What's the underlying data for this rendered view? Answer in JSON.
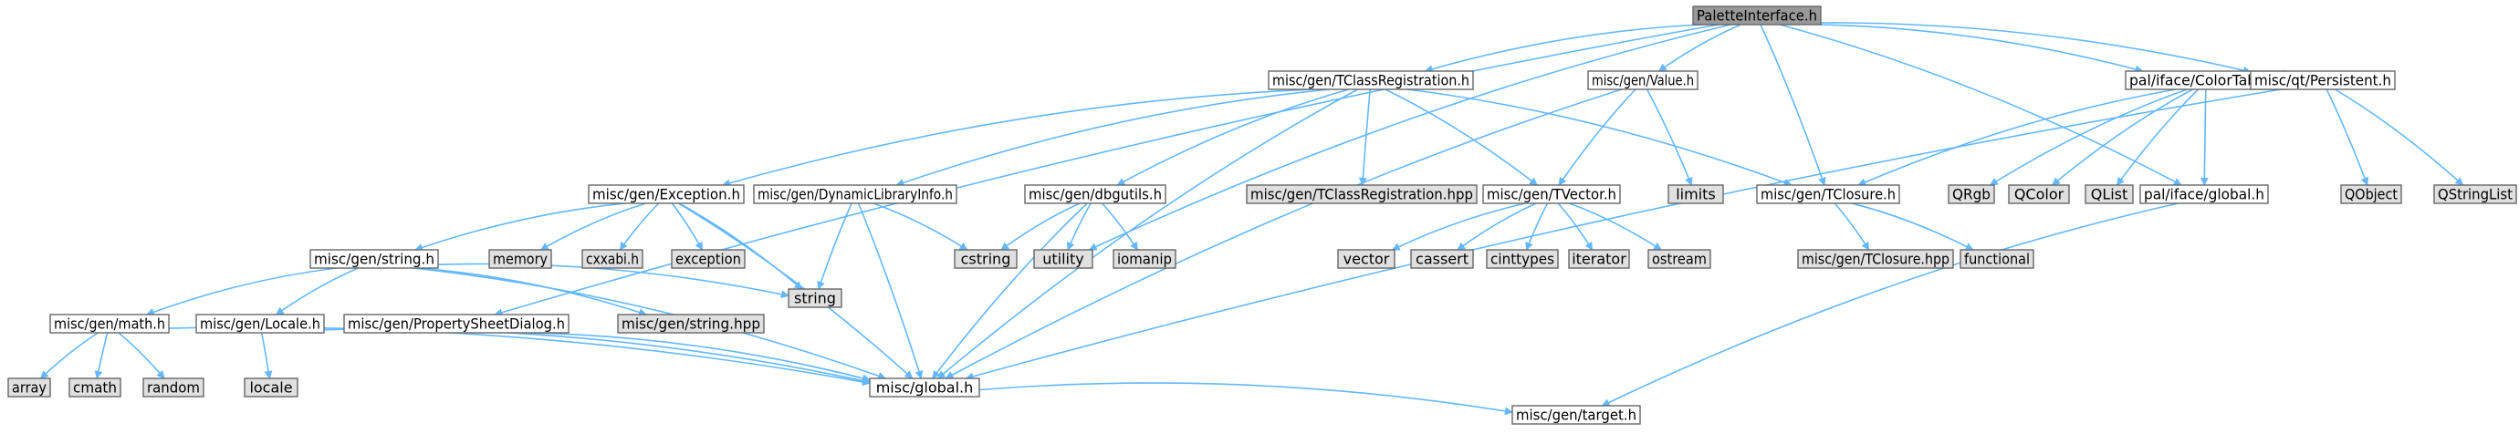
{
  "colors": {
    "root_fill": "#999999",
    "file_fill": "#ffffff",
    "external_fill": "#e0e0e0",
    "border": "#666666",
    "edge": "#63b8ff"
  },
  "nodes": [
    {
      "id": "root",
      "label": "PaletteInterface.h",
      "kind": "root"
    },
    {
      "id": "tclassreg",
      "label": "misc/gen/TClassRegistration.h",
      "kind": "file"
    },
    {
      "id": "value",
      "label": "misc/gen/Value.h",
      "kind": "file"
    },
    {
      "id": "colortable",
      "label": "pal/iface/ColorTable.h",
      "kind": "file"
    },
    {
      "id": "persistent",
      "label": "misc/qt/Persistent.h",
      "kind": "file"
    },
    {
      "id": "exception",
      "label": "misc/gen/Exception.h",
      "kind": "file"
    },
    {
      "id": "dyninfo",
      "label": "misc/gen/DynamicLibraryInfo.h",
      "kind": "file"
    },
    {
      "id": "dbgutils",
      "label": "misc/gen/dbgutils.h",
      "kind": "file"
    },
    {
      "id": "tclassreghpp",
      "label": "misc/gen/TClassRegistration.hpp",
      "kind": "external"
    },
    {
      "id": "tvector",
      "label": "misc/gen/TVector.h",
      "kind": "file"
    },
    {
      "id": "limits",
      "label": "limits",
      "kind": "external"
    },
    {
      "id": "tclosure",
      "label": "misc/gen/TClosure.h",
      "kind": "file"
    },
    {
      "id": "qrgb",
      "label": "QRgb",
      "kind": "external"
    },
    {
      "id": "qcolor",
      "label": "QColor",
      "kind": "external"
    },
    {
      "id": "qlist",
      "label": "QList",
      "kind": "external"
    },
    {
      "id": "palglobal",
      "label": "pal/iface/global.h",
      "kind": "file"
    },
    {
      "id": "qobject",
      "label": "QObject",
      "kind": "external"
    },
    {
      "id": "qstringlist",
      "label": "QStringList",
      "kind": "external"
    },
    {
      "id": "genstring",
      "label": "misc/gen/string.h",
      "kind": "file"
    },
    {
      "id": "memory",
      "label": "memory",
      "kind": "external"
    },
    {
      "id": "cxxabi",
      "label": "cxxabi.h",
      "kind": "external"
    },
    {
      "id": "exceptionstd",
      "label": "exception",
      "kind": "external"
    },
    {
      "id": "cstring",
      "label": "cstring",
      "kind": "external"
    },
    {
      "id": "utility",
      "label": "utility",
      "kind": "external"
    },
    {
      "id": "iomanip",
      "label": "iomanip",
      "kind": "external"
    },
    {
      "id": "vector",
      "label": "vector",
      "kind": "external"
    },
    {
      "id": "cassert",
      "label": "cassert",
      "kind": "external"
    },
    {
      "id": "cinttypes",
      "label": "cinttypes",
      "kind": "external"
    },
    {
      "id": "iterator",
      "label": "iterator",
      "kind": "external"
    },
    {
      "id": "ostream",
      "label": "ostream",
      "kind": "external"
    },
    {
      "id": "tclosurehpp",
      "label": "misc/gen/TClosure.hpp",
      "kind": "external"
    },
    {
      "id": "functional",
      "label": "functional",
      "kind": "external"
    },
    {
      "id": "math",
      "label": "misc/gen/math.h",
      "kind": "file"
    },
    {
      "id": "locale",
      "label": "misc/gen/Locale.h",
      "kind": "file"
    },
    {
      "id": "propsheet",
      "label": "misc/gen/PropertySheetDialog.h",
      "kind": "file"
    },
    {
      "id": "stringhpp",
      "label": "misc/gen/string.hpp",
      "kind": "external"
    },
    {
      "id": "string",
      "label": "string",
      "kind": "external"
    },
    {
      "id": "array",
      "label": "array",
      "kind": "external"
    },
    {
      "id": "cmath",
      "label": "cmath",
      "kind": "external"
    },
    {
      "id": "random",
      "label": "random",
      "kind": "external"
    },
    {
      "id": "localestd",
      "label": "locale",
      "kind": "external"
    },
    {
      "id": "miscglobal",
      "label": "misc/global.h",
      "kind": "file"
    },
    {
      "id": "target",
      "label": "misc/gen/target.h",
      "kind": "file"
    }
  ],
  "edges": [
    [
      "root",
      "tclassreg"
    ],
    [
      "root",
      "value"
    ],
    [
      "root",
      "colortable"
    ],
    [
      "root",
      "persistent"
    ],
    [
      "root",
      "tclosure"
    ],
    [
      "root",
      "palglobal"
    ],
    [
      "root",
      "utility"
    ],
    [
      "root",
      "propsheet"
    ],
    [
      "tclassreg",
      "exception"
    ],
    [
      "tclassreg",
      "dyninfo"
    ],
    [
      "tclassreg",
      "dbgutils"
    ],
    [
      "tclassreg",
      "tclassreghpp"
    ],
    [
      "tclassreg",
      "tvector"
    ],
    [
      "tclassreg",
      "tclosure"
    ],
    [
      "tclassreg",
      "miscglobal"
    ],
    [
      "value",
      "tvector"
    ],
    [
      "value",
      "limits"
    ],
    [
      "value",
      "miscglobal"
    ],
    [
      "colortable",
      "tclosure"
    ],
    [
      "colortable",
      "qrgb"
    ],
    [
      "colortable",
      "qcolor"
    ],
    [
      "colortable",
      "qlist"
    ],
    [
      "colortable",
      "palglobal"
    ],
    [
      "persistent",
      "qobject"
    ],
    [
      "persistent",
      "qstringlist"
    ],
    [
      "persistent",
      "miscglobal"
    ],
    [
      "exception",
      "genstring"
    ],
    [
      "exception",
      "memory"
    ],
    [
      "exception",
      "cxxabi"
    ],
    [
      "exception",
      "exceptionstd"
    ],
    [
      "exception",
      "string"
    ],
    [
      "exception",
      "miscglobal"
    ],
    [
      "dyninfo",
      "cstring"
    ],
    [
      "dyninfo",
      "string"
    ],
    [
      "dyninfo",
      "miscglobal"
    ],
    [
      "dbgutils",
      "cstring"
    ],
    [
      "dbgutils",
      "utility"
    ],
    [
      "dbgutils",
      "iomanip"
    ],
    [
      "dbgutils",
      "miscglobal"
    ],
    [
      "tvector",
      "vector"
    ],
    [
      "tvector",
      "cassert"
    ],
    [
      "tvector",
      "cinttypes"
    ],
    [
      "tvector",
      "iterator"
    ],
    [
      "tvector",
      "ostream"
    ],
    [
      "tclosure",
      "tclosurehpp"
    ],
    [
      "tclosure",
      "functional"
    ],
    [
      "palglobal",
      "target"
    ],
    [
      "genstring",
      "math"
    ],
    [
      "genstring",
      "locale"
    ],
    [
      "genstring",
      "stringhpp"
    ],
    [
      "genstring",
      "string"
    ],
    [
      "genstring",
      "miscglobal"
    ],
    [
      "math",
      "array"
    ],
    [
      "math",
      "cmath"
    ],
    [
      "math",
      "random"
    ],
    [
      "math",
      "miscglobal"
    ],
    [
      "locale",
      "localestd"
    ],
    [
      "locale",
      "miscglobal"
    ],
    [
      "propsheet",
      "miscglobal"
    ],
    [
      "miscglobal",
      "target"
    ]
  ]
}
